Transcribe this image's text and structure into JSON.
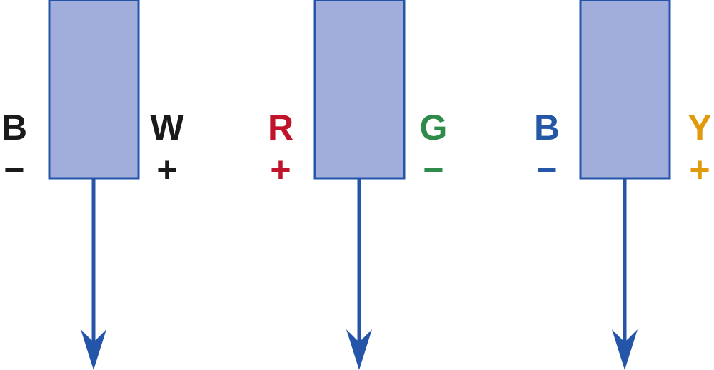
{
  "colors": {
    "box_fill": "#a1aedb",
    "box_stroke": "#2455a8",
    "arrow": "#2455a8"
  },
  "units": [
    {
      "left_letter": "B",
      "left_sign": "−",
      "left_color": "#1a1a1a",
      "right_letter": "W",
      "right_sign": "+",
      "right_color": "#1a1a1a"
    },
    {
      "left_letter": "R",
      "left_sign": "+",
      "left_color": "#c0142d",
      "right_letter": "G",
      "right_sign": "−",
      "right_color": "#2e8b4a"
    },
    {
      "left_letter": "B",
      "left_sign": "−",
      "left_color": "#2457a6",
      "right_letter": "Y",
      "right_sign": "+",
      "right_color": "#e09a0c"
    }
  ]
}
